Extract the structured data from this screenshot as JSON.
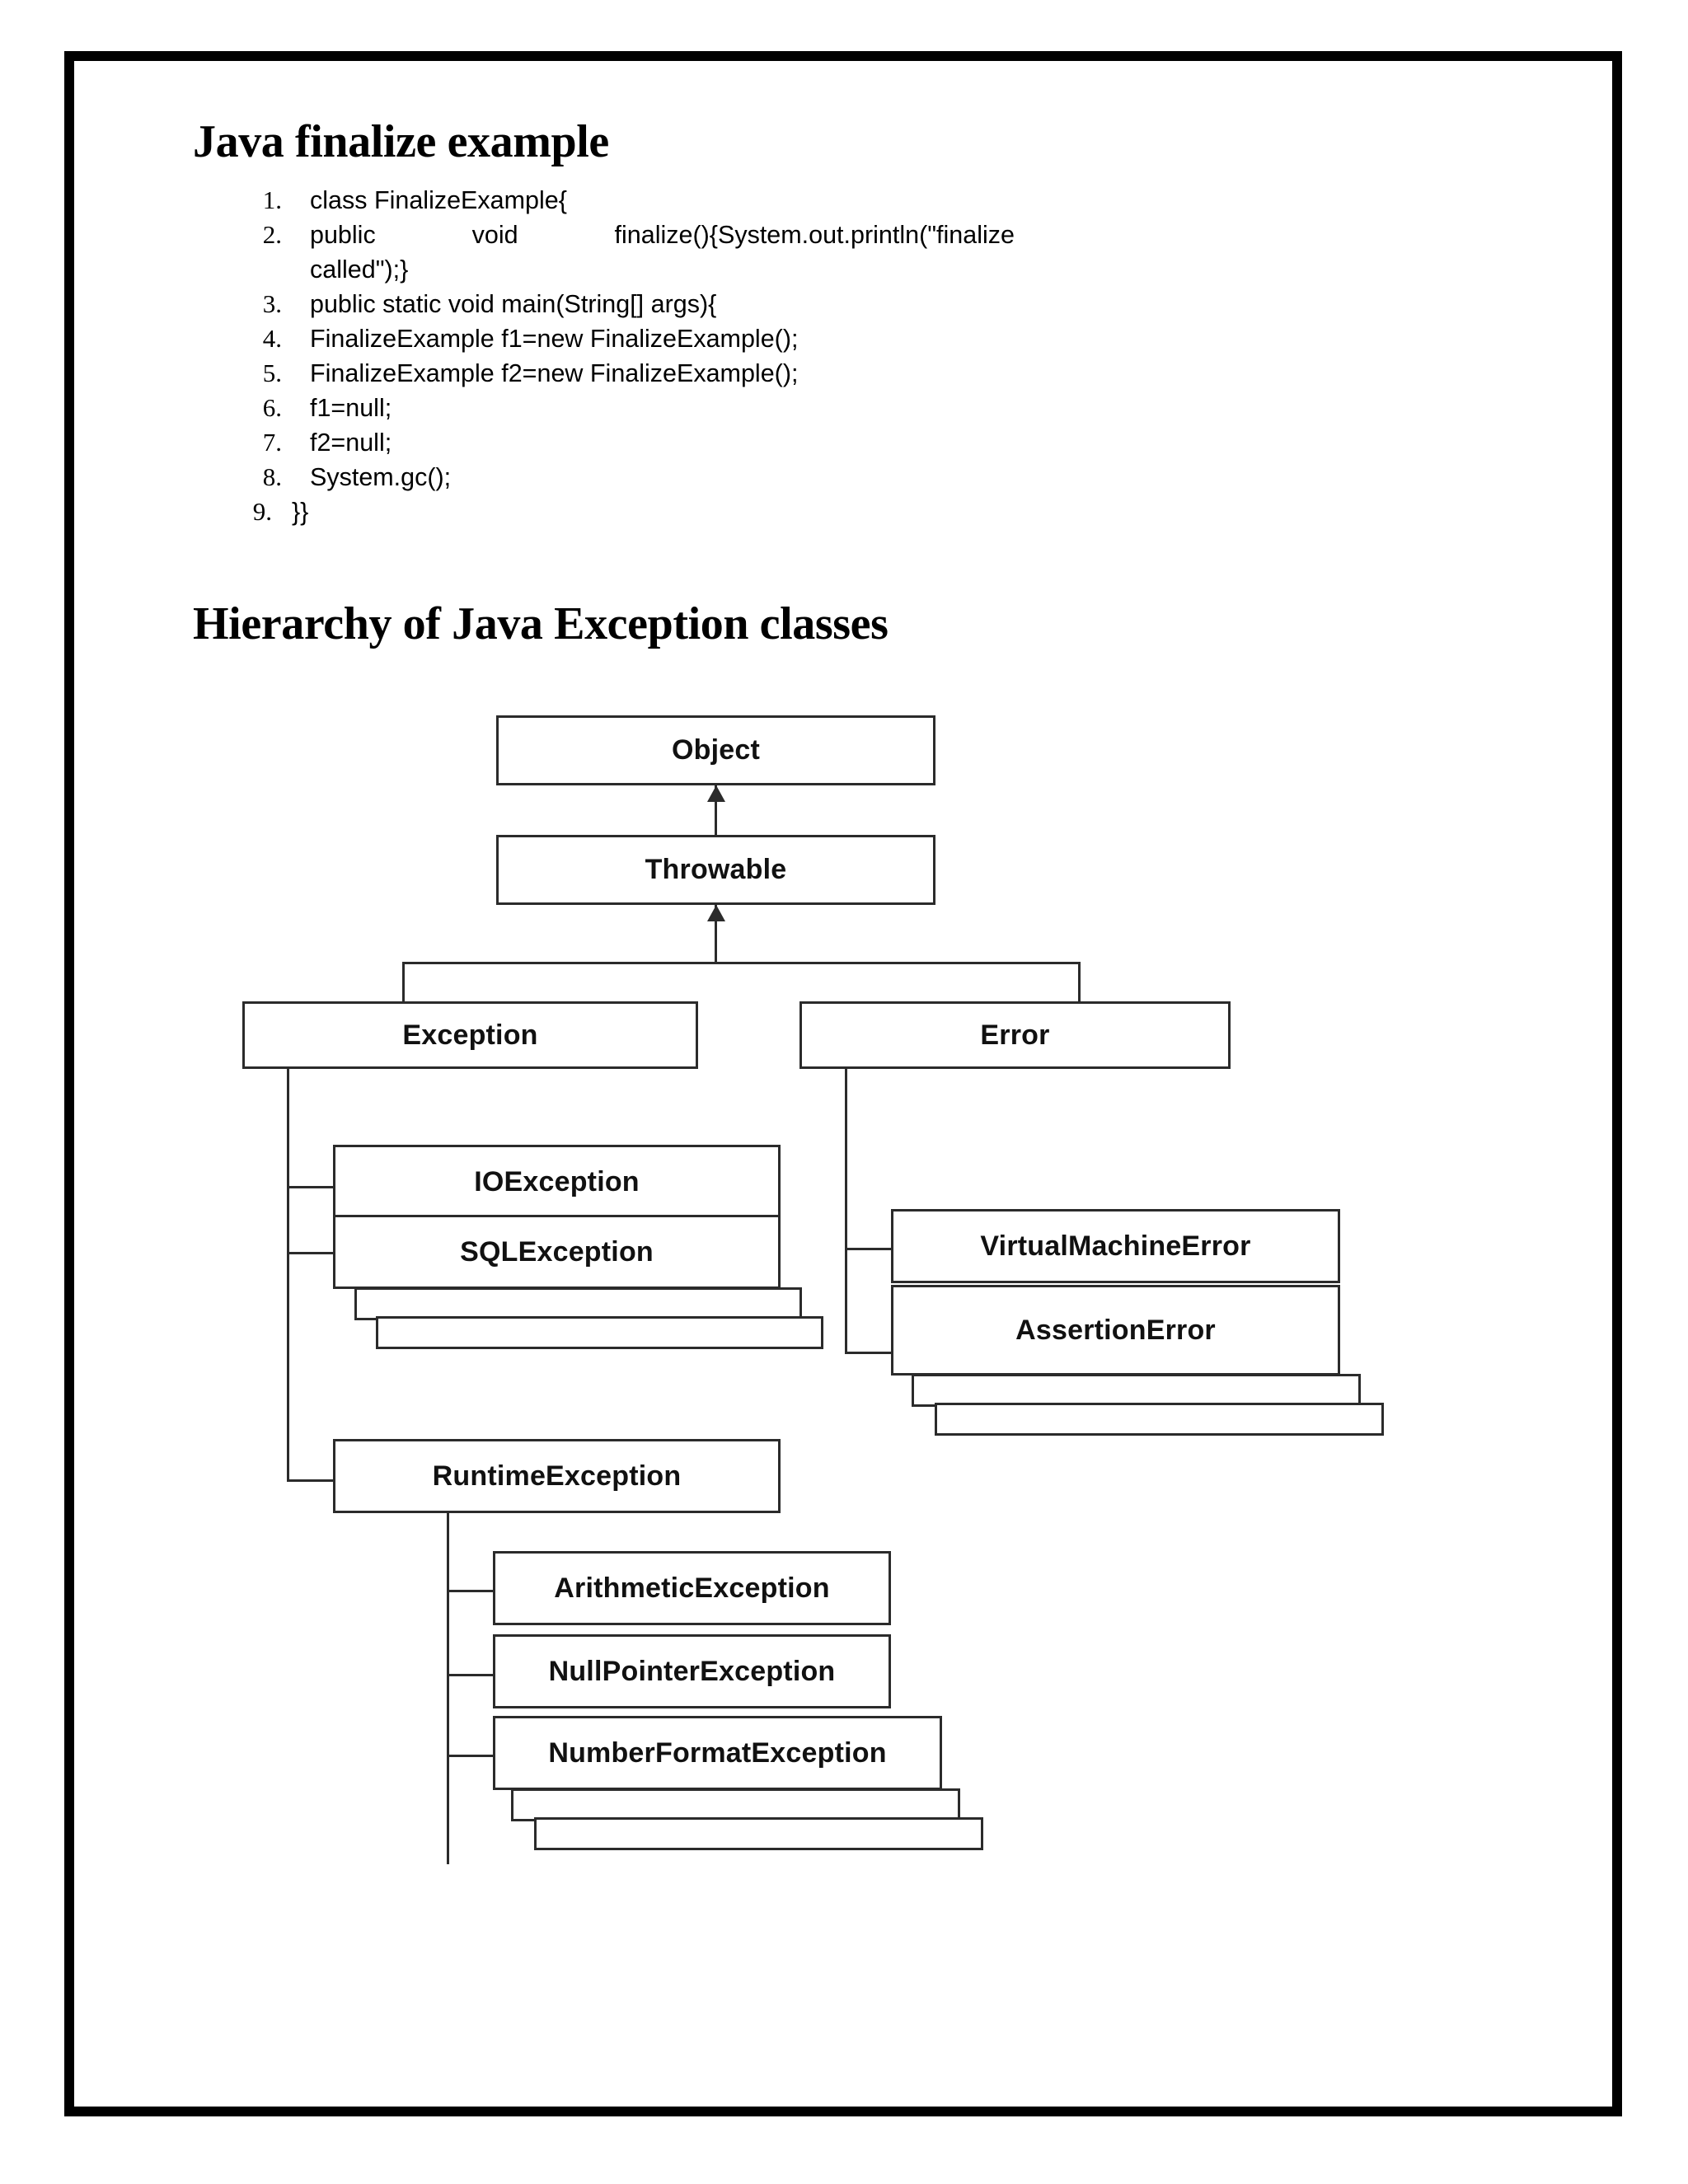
{
  "document": {
    "sections": [
      {
        "heading": "Java finalize example"
      },
      {
        "heading": "Hierarchy of Java Exception classes"
      }
    ]
  },
  "code_listing": {
    "lines": [
      {
        "n": "1.",
        "text": "class FinalizeExample{"
      },
      {
        "n": "2.",
        "lead": "public",
        "mid": "void",
        "right": "finalize(){System.out.println(\"finalize",
        "tail": "called\");}"
      },
      {
        "n": "3.",
        "text": "public static void main(String[] args){"
      },
      {
        "n": "4.",
        "text": "FinalizeExample f1=new FinalizeExample();"
      },
      {
        "n": "5.",
        "text": "FinalizeExample f2=new FinalizeExample();"
      },
      {
        "n": "6.",
        "text": "f1=null;"
      },
      {
        "n": "7.",
        "text": "f2=null;"
      },
      {
        "n": "8.",
        "text": "System.gc();"
      },
      {
        "n": "9.",
        "text": "}}"
      }
    ]
  },
  "diagram": {
    "title": "Hierarchy of Java Exception classes",
    "nodes": {
      "object": "Object",
      "throwable": "Throwable",
      "exception": "Exception",
      "error": "Error",
      "ioexception": "IOException",
      "sqlexception": "SQLException",
      "runtimeexception": "RuntimeException",
      "arithmeticexception": "ArithmeticException",
      "nullpointerexception": "NullPointerException",
      "numberformatexception": "NumberFormatException",
      "virtualmachineerror": "VirtualMachineError",
      "assertionerror": "AssertionError"
    },
    "edges": [
      {
        "from": "Throwable",
        "to": "Object"
      },
      {
        "from": "Exception",
        "to": "Throwable"
      },
      {
        "from": "Error",
        "to": "Throwable"
      },
      {
        "from": "IOException",
        "to": "Exception"
      },
      {
        "from": "SQLException",
        "to": "Exception"
      },
      {
        "from": "RuntimeException",
        "to": "Exception"
      },
      {
        "from": "ArithmeticException",
        "to": "RuntimeException"
      },
      {
        "from": "NullPointerException",
        "to": "RuntimeException"
      },
      {
        "from": "NumberFormatException",
        "to": "RuntimeException"
      },
      {
        "from": "VirtualMachineError",
        "to": "Error"
      },
      {
        "from": "AssertionError",
        "to": "Error"
      }
    ],
    "colors": {
      "box_border": "#2b2b2b",
      "box_fill": "#ffffff",
      "connector": "#2b2b2b",
      "text": "#111111"
    }
  }
}
